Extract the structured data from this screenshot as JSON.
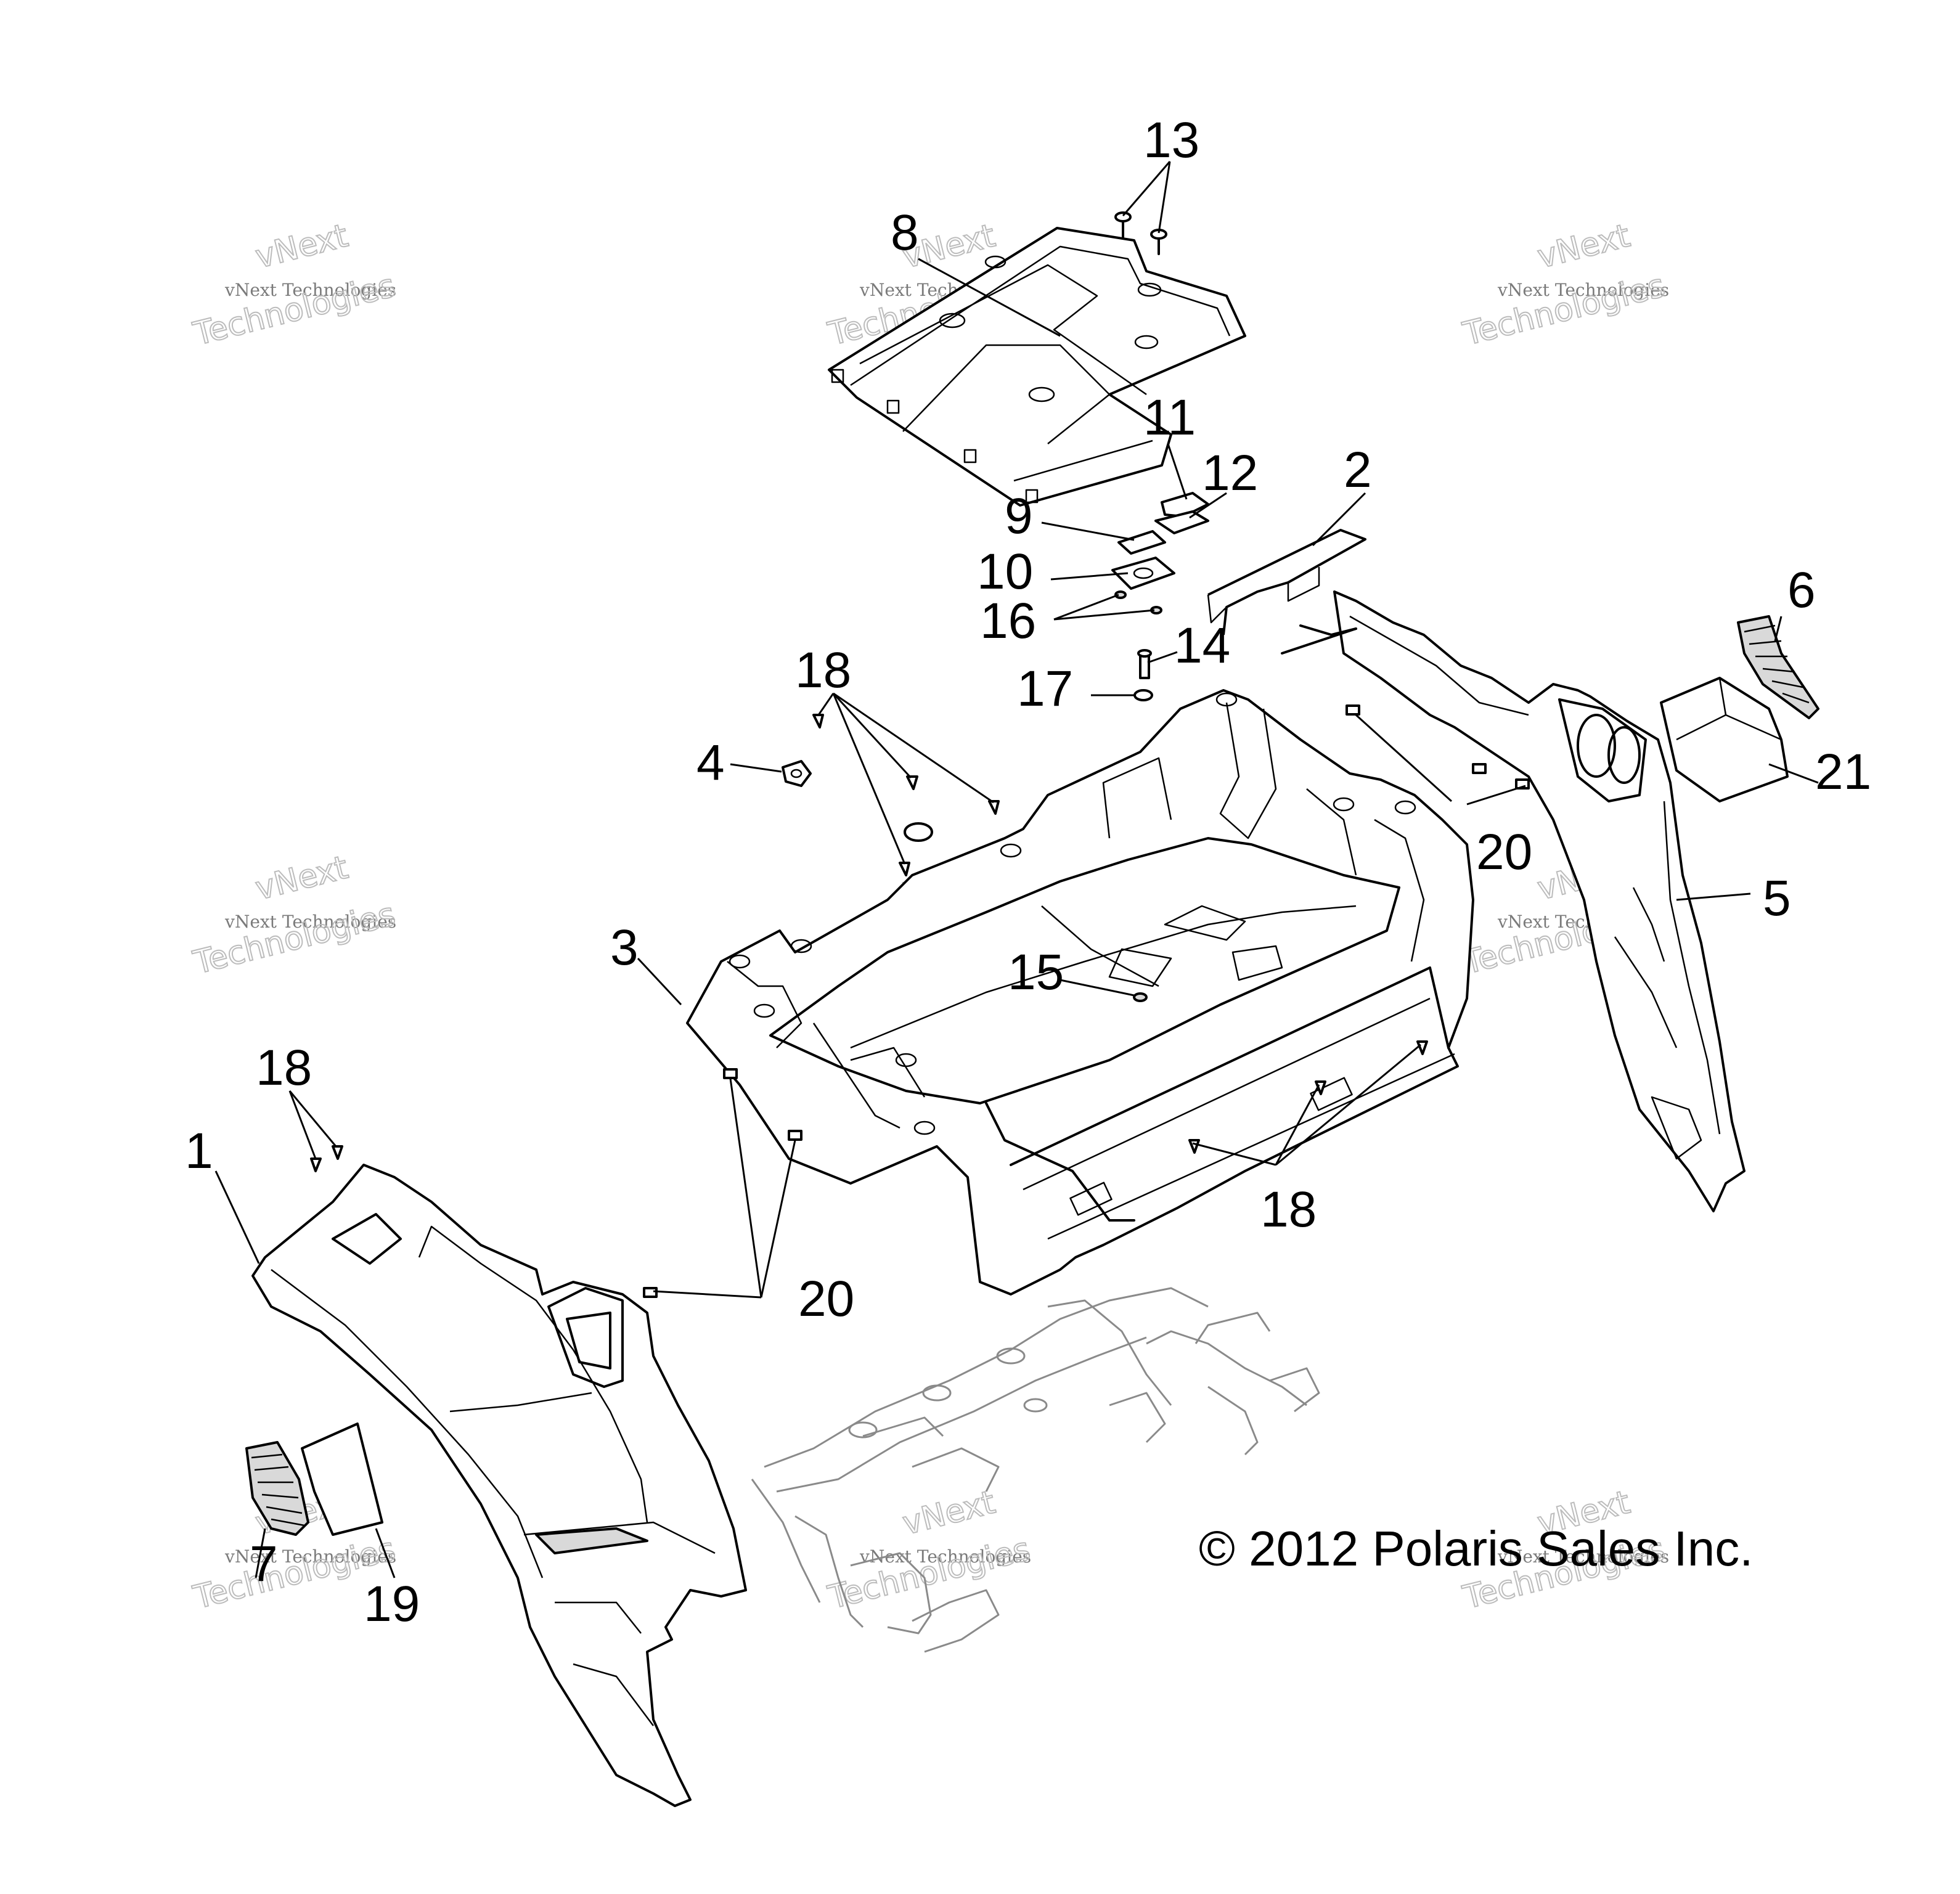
{
  "copyright": "© 2012 Polaris Sales Inc.",
  "watermark": {
    "line_small": "vNext Technologies",
    "line_brand": "vNext",
    "line_big": "Technologies"
  },
  "callouts": {
    "c1": "1",
    "c2": "2",
    "c3": "3",
    "c4": "4",
    "c5": "5",
    "c6": "6",
    "c7": "7",
    "c8": "8",
    "c9": "9",
    "c10": "10",
    "c11": "11",
    "c12": "12",
    "c13": "13",
    "c14": "14",
    "c15": "15",
    "c16": "16",
    "c17": "17",
    "c18a": "18",
    "c18b": "18",
    "c18c": "18",
    "c19": "19",
    "c20a": "20",
    "c20b": "20",
    "c21": "21"
  }
}
